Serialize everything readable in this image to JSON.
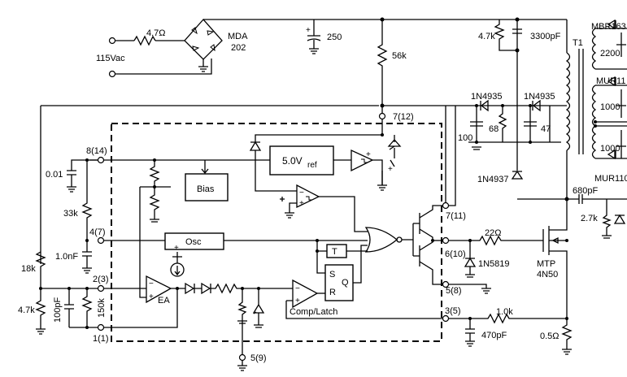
{
  "labels": {
    "r_in": "4.7Ω",
    "bridge": "MDA",
    "bridge_num": "202",
    "ac_in": "115Vac",
    "c_bulk": "250",
    "r_start": "56k",
    "r_snub": "4.7k",
    "c_snub": "3300pF",
    "xfmr": "T1",
    "d_out1": "MBR163",
    "c_out1": "2200",
    "d_out2": "MUR11",
    "c_out2": "1000",
    "c_out3": "1000",
    "d_out3": "MUR110",
    "d_aux1": "1N4935",
    "d_aux2": "1N4935",
    "c_aux1": "68",
    "c_aux2": "47",
    "c_aux3": "100",
    "d_clamp": "1N4937",
    "c_gate": "680pF",
    "r_gate2": "2.7k",
    "pin_vcc": "7(12)",
    "pin_vref": "8(14)",
    "pin_rtct": "4(7)",
    "pin_comp": "1(1)",
    "pin_fb": "2(3)",
    "pin_isense": "3(5)",
    "pin_out": "6(10)",
    "pin_vc": "7(11)",
    "pin_pgnd": "5(8)",
    "pin_gnd": "5(9)",
    "vref": "5.0V",
    "vref_sub": "ref",
    "bias": "Bias",
    "osc": "Osc",
    "ea": "EA",
    "comp_latch": "Comp/Latch",
    "t_label": "T",
    "s_label": "S",
    "r_label": "R",
    "q_label": "Q",
    "c_ref": "0.01",
    "r_rt": "33k",
    "c_ct": "1.0nF",
    "r_fb_top": "18k",
    "r_fb_bot": "4.7k",
    "c_comp": "100pF",
    "r_comp": "150k",
    "r_gate": "22Ω",
    "d_gate": "1N5819",
    "mosfet": "MTP",
    "mosfet_num": "4N50",
    "r_filt": "1.0k",
    "c_filt": "470pF",
    "r_sense": "0.5Ω"
  }
}
